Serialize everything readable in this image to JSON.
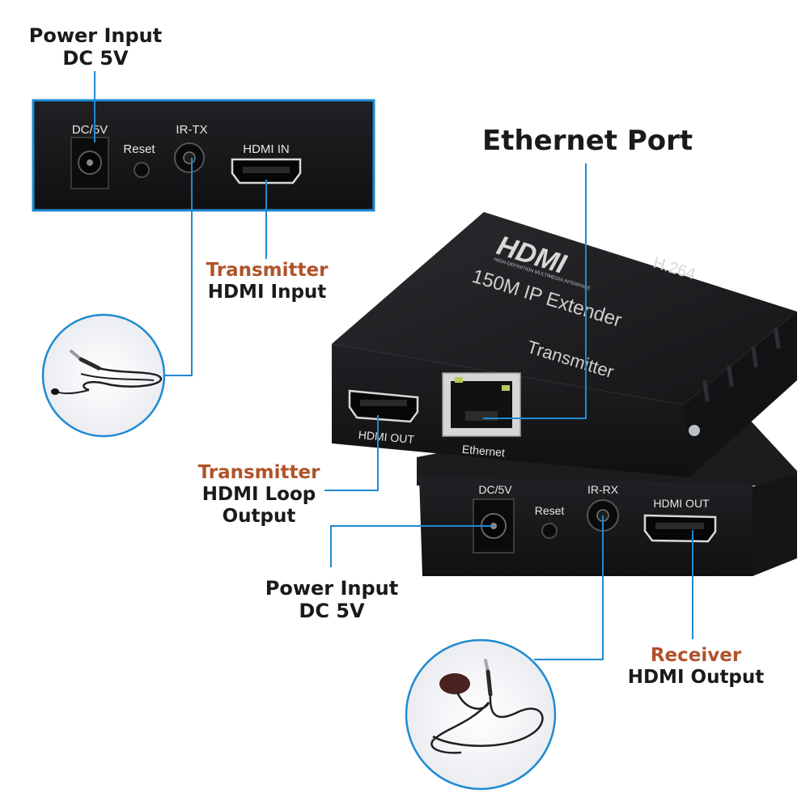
{
  "colors": {
    "leader_line": "#1f8ad2",
    "panel_border": "#1f8ad2",
    "device_body": "#1c1d1f",
    "accent_text": "#b0522a",
    "dark_text": "#1a1a1a",
    "silkscreen": "#e8e8e8"
  },
  "callouts": {
    "power_input_top": {
      "line1": "Power Input",
      "line2": "DC 5V"
    },
    "ethernet_port": {
      "line1": "Ethernet Port"
    },
    "transmitter_hdmi_input": {
      "line1": "Transmitter",
      "line2": "HDMI Input"
    },
    "transmitter_loop_output": {
      "line1": "Transmitter",
      "line2": "HDMI Loop",
      "line3": "Output"
    },
    "power_input_bottom": {
      "line1": "Power Input",
      "line2": "DC 5V"
    },
    "receiver_hdmi_output": {
      "line1": "Receiver",
      "line2": "HDMI Output"
    }
  },
  "transmitter_back_panel": {
    "dc_label": "DC/5V",
    "reset_label": "Reset",
    "ir_label": "IR-TX",
    "hdmi_label": "HDMI IN"
  },
  "transmitter_box": {
    "logo": "HDMI",
    "logo_tagline": "HIGH-DEFINITION MULTIMEDIA INTERFACE",
    "codec": "H.264",
    "model": "150M IP Extender",
    "role": "Transmitter",
    "hdmi_out_label": "HDMI OUT",
    "ethernet_label": "Ethernet"
  },
  "receiver_box": {
    "dc_label": "DC/5V",
    "reset_label": "Reset",
    "ir_label": "IR-RX",
    "hdmi_label": "HDMI OUT"
  },
  "icons": {
    "ir_emitter_cable": "ir-emitter-cable-icon",
    "ir_receiver_cable": "ir-receiver-cable-icon"
  }
}
